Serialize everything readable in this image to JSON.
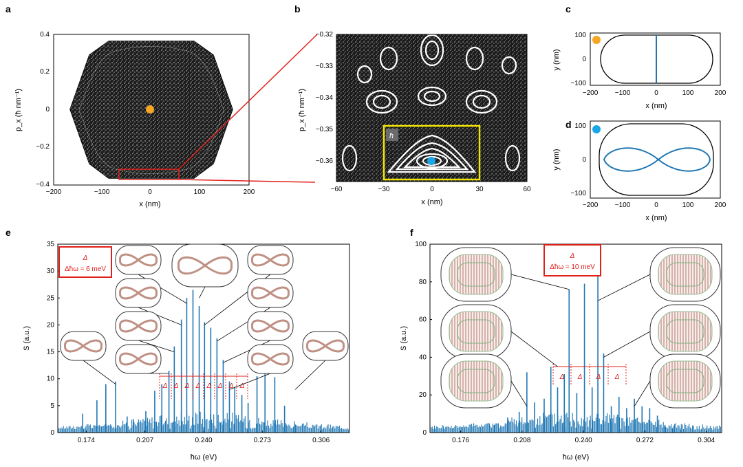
{
  "panels": {
    "a": {
      "letter": "a",
      "xlabel": "x (nm)",
      "ylabel": "p_x (ħ nm⁻¹)",
      "xticks": [
        "−200",
        "−100",
        "0",
        "100",
        "200"
      ],
      "yticks": [
        "0.4",
        "0.2",
        "0",
        "−0.2",
        "−0.4"
      ]
    },
    "b": {
      "letter": "b",
      "xlabel": "x (nm)",
      "ylabel": "p_x (ħ nm⁻¹)",
      "xticks": [
        "−60",
        "−30",
        "0",
        "30",
        "60"
      ],
      "yticks": [
        "−0.32",
        "−0.33",
        "−0.34",
        "−0.35",
        "−0.36"
      ],
      "hbar_box": "ħ"
    },
    "c": {
      "letter": "c",
      "xlabel": "x (nm)",
      "ylabel": "y (nm)",
      "xticks": [
        "−200",
        "−100",
        "0",
        "100",
        "200"
      ],
      "yticks": [
        "100",
        "0",
        "−100"
      ]
    },
    "d": {
      "letter": "d",
      "xlabel": "x (nm)",
      "ylabel": "y (nm)",
      "xticks": [
        "−200",
        "−100",
        "0",
        "100",
        "200"
      ],
      "yticks": [
        "100",
        "0",
        "−100"
      ]
    },
    "e": {
      "letter": "e",
      "xlabel": "ħω (eV)",
      "ylabel": "S (a.u.)",
      "xticks": [
        "0.174",
        "0.207",
        "0.240",
        "0.273",
        "0.306"
      ],
      "yticks": [
        "35",
        "30",
        "25",
        "20",
        "15",
        "10",
        "5",
        "0"
      ],
      "legend_delta": "Δ",
      "legend_eq": "Δħω ≈ 6 meV",
      "delta_mark": "Δ"
    },
    "f": {
      "letter": "f",
      "xlabel": "ħω (eV)",
      "ylabel": "S (a.u.)",
      "xticks": [
        "0.176",
        "0.208",
        "0.240",
        "0.272",
        "0.304"
      ],
      "yticks": [
        "100",
        "80",
        "60",
        "40",
        "20",
        "0"
      ],
      "legend_delta": "Δ",
      "legend_eq": "Δħω ≈ 10 meV",
      "delta_mark": "Δ"
    }
  },
  "colors": {
    "accent_blue": "#1f77b4",
    "marker_orange": "#f5a623",
    "marker_cyan": "#1aa7e8",
    "zoom_red": "#e0201b",
    "highlight_yellow": "#f2e600"
  },
  "chart_data": [
    {
      "type": "scatter",
      "panel": "a",
      "description_series": [
        {
          "name": "",
          "point": [
            0,
            0
          ]
        }
      ],
      "xlim": [
        -200,
        200
      ],
      "ylim": [
        -0.4,
        0.4
      ]
    },
    {
      "type": "scatter",
      "panel": "b",
      "series": [
        {
          "name": "",
          "point": [
            0,
            -0.359
          ]
        }
      ],
      "xlim": [
        -60,
        60
      ],
      "ylim": [
        -0.367,
        -0.32
      ]
    },
    {
      "type": "line",
      "panel": "c",
      "xlim": [
        -200,
        200
      ],
      "ylim": [
        -110,
        110
      ]
    },
    {
      "type": "line",
      "panel": "d",
      "xlim": [
        -200,
        200
      ],
      "ylim": [
        -110,
        110
      ]
    },
    {
      "type": "bar",
      "panel": "e",
      "xlim": [
        0.158,
        0.322
      ],
      "ylim": [
        0,
        35
      ],
      "x": [
        0.172,
        0.18,
        0.185,
        0.1905,
        0.197,
        0.2005,
        0.2075,
        0.2125,
        0.2165,
        0.2205,
        0.2235,
        0.2275,
        0.2305,
        0.234,
        0.2375,
        0.2405,
        0.244,
        0.2475,
        0.251,
        0.2545,
        0.2575,
        0.2615,
        0.265,
        0.27,
        0.2745,
        0.28,
        0.2855,
        0.2915
      ],
      "values": [
        3.5,
        6,
        9,
        9.5,
        3,
        2.5,
        4,
        7.8,
        9,
        11.5,
        16,
        21,
        25,
        26.5,
        23.5,
        20.5,
        19.5,
        17.5,
        13.5,
        9.5,
        8.5,
        7,
        5.5,
        10.5,
        11,
        10.3,
        5,
        1.5
      ]
    },
    {
      "type": "bar",
      "panel": "f",
      "xlim": [
        0.16,
        0.312
      ],
      "ylim": [
        0,
        100
      ],
      "x": [
        0.1935,
        0.2005,
        0.2065,
        0.2105,
        0.2145,
        0.2195,
        0.223,
        0.2265,
        0.23,
        0.2325,
        0.2365,
        0.2405,
        0.2445,
        0.2475,
        0.2505,
        0.2545,
        0.2585,
        0.2625,
        0.2665,
        0.2705,
        0.2745,
        0.2785,
        0.2825,
        0.2865,
        0.2905
      ],
      "values": [
        4,
        8,
        11,
        32,
        16,
        18,
        35,
        24,
        31,
        76,
        21,
        79,
        24,
        85,
        42,
        14,
        19,
        13,
        18,
        14,
        13,
        9,
        4,
        2,
        1.5
      ]
    }
  ]
}
